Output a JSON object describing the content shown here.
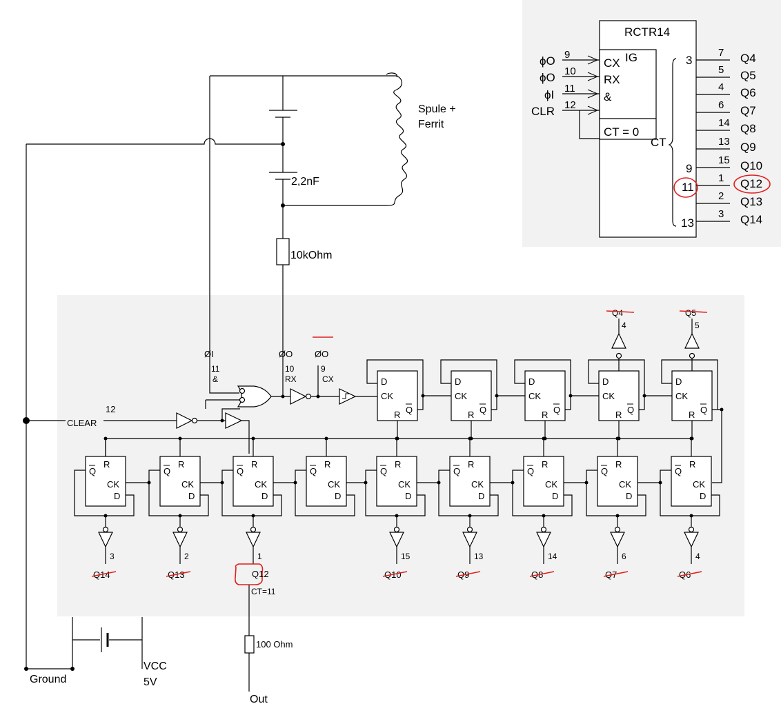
{
  "components": {
    "coil": [
      "Spule +",
      "Ferrit"
    ],
    "capacitor": "2,2nF",
    "resistor_top": "10kOhm",
    "resistor_out": "100 Ohm",
    "out": "Out",
    "ground": "Ground",
    "vcc": [
      "VCC",
      "5V"
    ]
  },
  "ic": {
    "clear": "CLEAR",
    "clear_pin": "12",
    "inputs": [
      {
        "sym": "ØI",
        "pin": "11",
        "fn": "&"
      },
      {
        "sym": "ØO",
        "pin": "10",
        "fn": "RX"
      },
      {
        "sym": "ØO",
        "pin": "9",
        "fn": "CX"
      }
    ],
    "ff": {
      "d": "D",
      "ck": "CK",
      "r": "R",
      "q": "Q"
    },
    "top_outputs": [
      {
        "label": "Q4",
        "pin": "4"
      },
      {
        "label": "Q5",
        "pin": "5"
      }
    ],
    "bottom_outputs": [
      {
        "label": "Q14",
        "pin": "3"
      },
      {
        "label": "Q13",
        "pin": "2"
      },
      {
        "label": "Q12",
        "pin": "1"
      },
      {
        "label": "Q10",
        "pin": "15"
      },
      {
        "label": "Q9",
        "pin": "13"
      },
      {
        "label": "Q8",
        "pin": "14"
      },
      {
        "label": "Q7",
        "pin": "6"
      },
      {
        "label": "Q6",
        "pin": "4"
      }
    ],
    "note": "CT=11"
  },
  "rctr": {
    "title": "RCTR14",
    "ig": "IG",
    "ct_eq": "CT = 0",
    "ct": "CT",
    "left": [
      {
        "sym": "ϕO",
        "pin": "9",
        "fn": "CX"
      },
      {
        "sym": "ϕO",
        "pin": "10",
        "fn": "RX"
      },
      {
        "sym": "ϕI",
        "pin": "11",
        "fn": "&"
      },
      {
        "sym": "CLR",
        "pin": "12",
        "fn": ""
      }
    ],
    "right": [
      {
        "ct": "3",
        "pin": "7",
        "q": "Q4"
      },
      {
        "ct": "",
        "pin": "5",
        "q": "Q5"
      },
      {
        "ct": "",
        "pin": "4",
        "q": "Q6"
      },
      {
        "ct": "",
        "pin": "6",
        "q": "Q7"
      },
      {
        "ct": "",
        "pin": "14",
        "q": "Q8"
      },
      {
        "ct": "",
        "pin": "13",
        "q": "Q9"
      },
      {
        "ct": "",
        "pin": "15",
        "q": "Q10"
      },
      {
        "ct": "9",
        "pin": "1",
        "q": "Q12"
      },
      {
        "ct": "11",
        "pin": "2",
        "q": "Q13"
      },
      {
        "ct": "",
        "pin": "3",
        "q": "Q14"
      },
      {
        "ct": "13",
        "pin": "",
        "q": ""
      }
    ]
  }
}
